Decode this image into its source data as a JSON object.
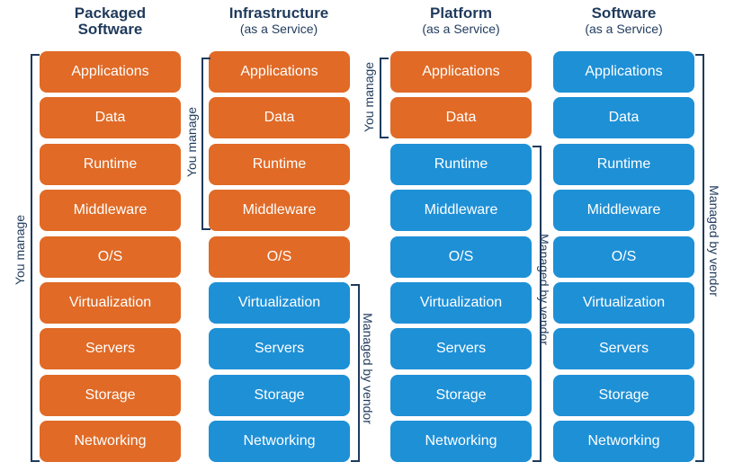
{
  "columns": [
    {
      "title": "Packaged",
      "title2": "Software",
      "subtitle": ""
    },
    {
      "title": "Infrastructure",
      "title2": "",
      "subtitle": "(as a Service)"
    },
    {
      "title": "Platform",
      "title2": "",
      "subtitle": "(as a Service)"
    },
    {
      "title": "Software",
      "title2": "",
      "subtitle": "(as a Service)"
    }
  ],
  "layers": [
    "Applications",
    "Data",
    "Runtime",
    "Middleware",
    "O/S",
    "Virtualization",
    "Servers",
    "Storage",
    "Networking"
  ],
  "labels": {
    "you_manage": "You manage",
    "managed_by_vendor": "Managed by vendor"
  },
  "colors": {
    "you_manage": "#e06a26",
    "vendor": "#1e90d6",
    "text": "#1f3a5c"
  },
  "managed_counts": {
    "packaged_software": 9,
    "iaas": 5,
    "paas": 2,
    "saas": 0
  }
}
